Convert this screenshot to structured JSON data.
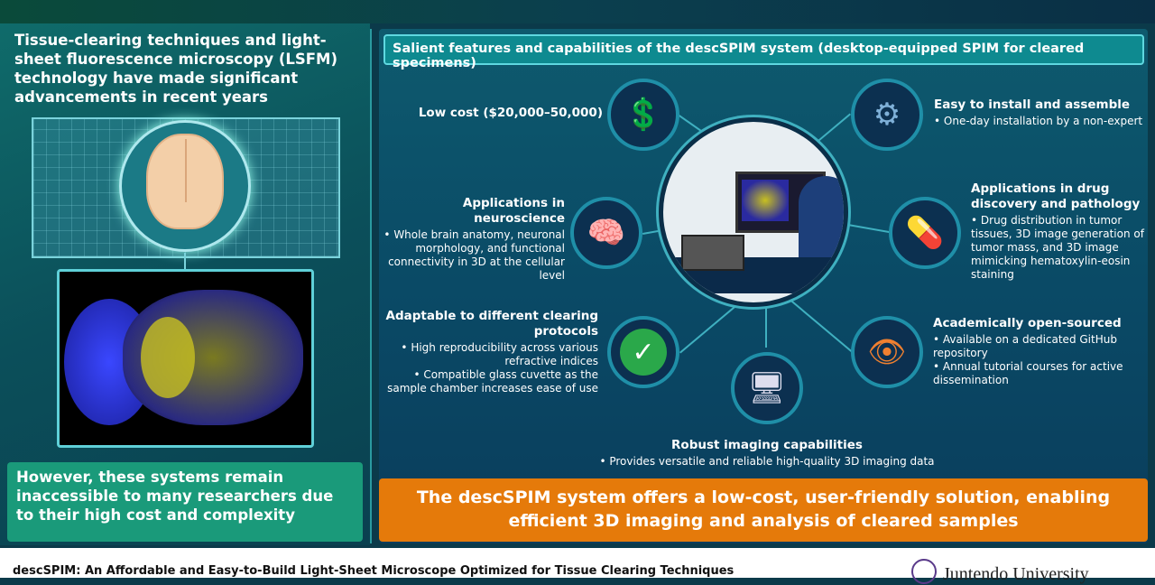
{
  "left": {
    "intro": "Tissue-clearing techniques and light-sheet fluorescence microscopy (LSFM) technology have made significant advancements in recent years",
    "warning": "However, these systems remain inaccessible to many researchers due to their high cost and complexity"
  },
  "right": {
    "header": "Salient features and capabilities of the descSPIM system (desktop-equipped SPIM for cleared specimens)",
    "features": [
      {
        "title": "Low cost ($20,000–50,000)",
        "icon": "cost-down-coins-icon"
      },
      {
        "title": "Easy to install and assemble",
        "bullets": [
          "• One-day installation by a non-expert"
        ],
        "icon": "gear-wrench-icon"
      },
      {
        "title": "Applications in neuroscience",
        "bullets": [
          "• Whole brain anatomy, neuronal morphology, and functional connectivity in 3D at the cellular level"
        ],
        "icon": "brain-icon"
      },
      {
        "title": "Applications in drug discovery and pathology",
        "bullets": [
          "• Drug distribution in tumor tissues, 3D image generation of tumor mass, and 3D image mimicking hematoxylin-eosin staining"
        ],
        "icon": "pill-capsule-icon"
      },
      {
        "title": "Adaptable to different clearing protocols",
        "bullets": [
          "• High reproducibility across various refractive indices",
          "• Compatible glass cuvette as the sample chamber increases ease of use"
        ],
        "icon": "checkmark-icon"
      },
      {
        "title": "Academically open-sourced",
        "bullets": [
          "• Available on a dedicated GitHub repository",
          "• Annual tutorial courses for active dissemination"
        ],
        "icon": "network-eye-icon"
      },
      {
        "title": "Robust imaging capabilities",
        "bullets": [
          "• Provides versatile and reliable high-quality 3D imaging data"
        ],
        "icon": "monitor-brain-icon"
      }
    ],
    "conclusion": "The descSPIM system offers a low-cost, user-friendly solution, enabling efficient 3D imaging and analysis of cleared samples"
  },
  "footer": {
    "title": "descSPIM: An Affordable and Easy-to-Build Light-Sheet Microscope Optimized for Tissue Clearing Techniques",
    "institution": "Juntendo University"
  },
  "colors": {
    "accent_orange": "#e57a0a",
    "accent_green": "#1a9a7a",
    "accent_teal": "#0e8a90"
  }
}
